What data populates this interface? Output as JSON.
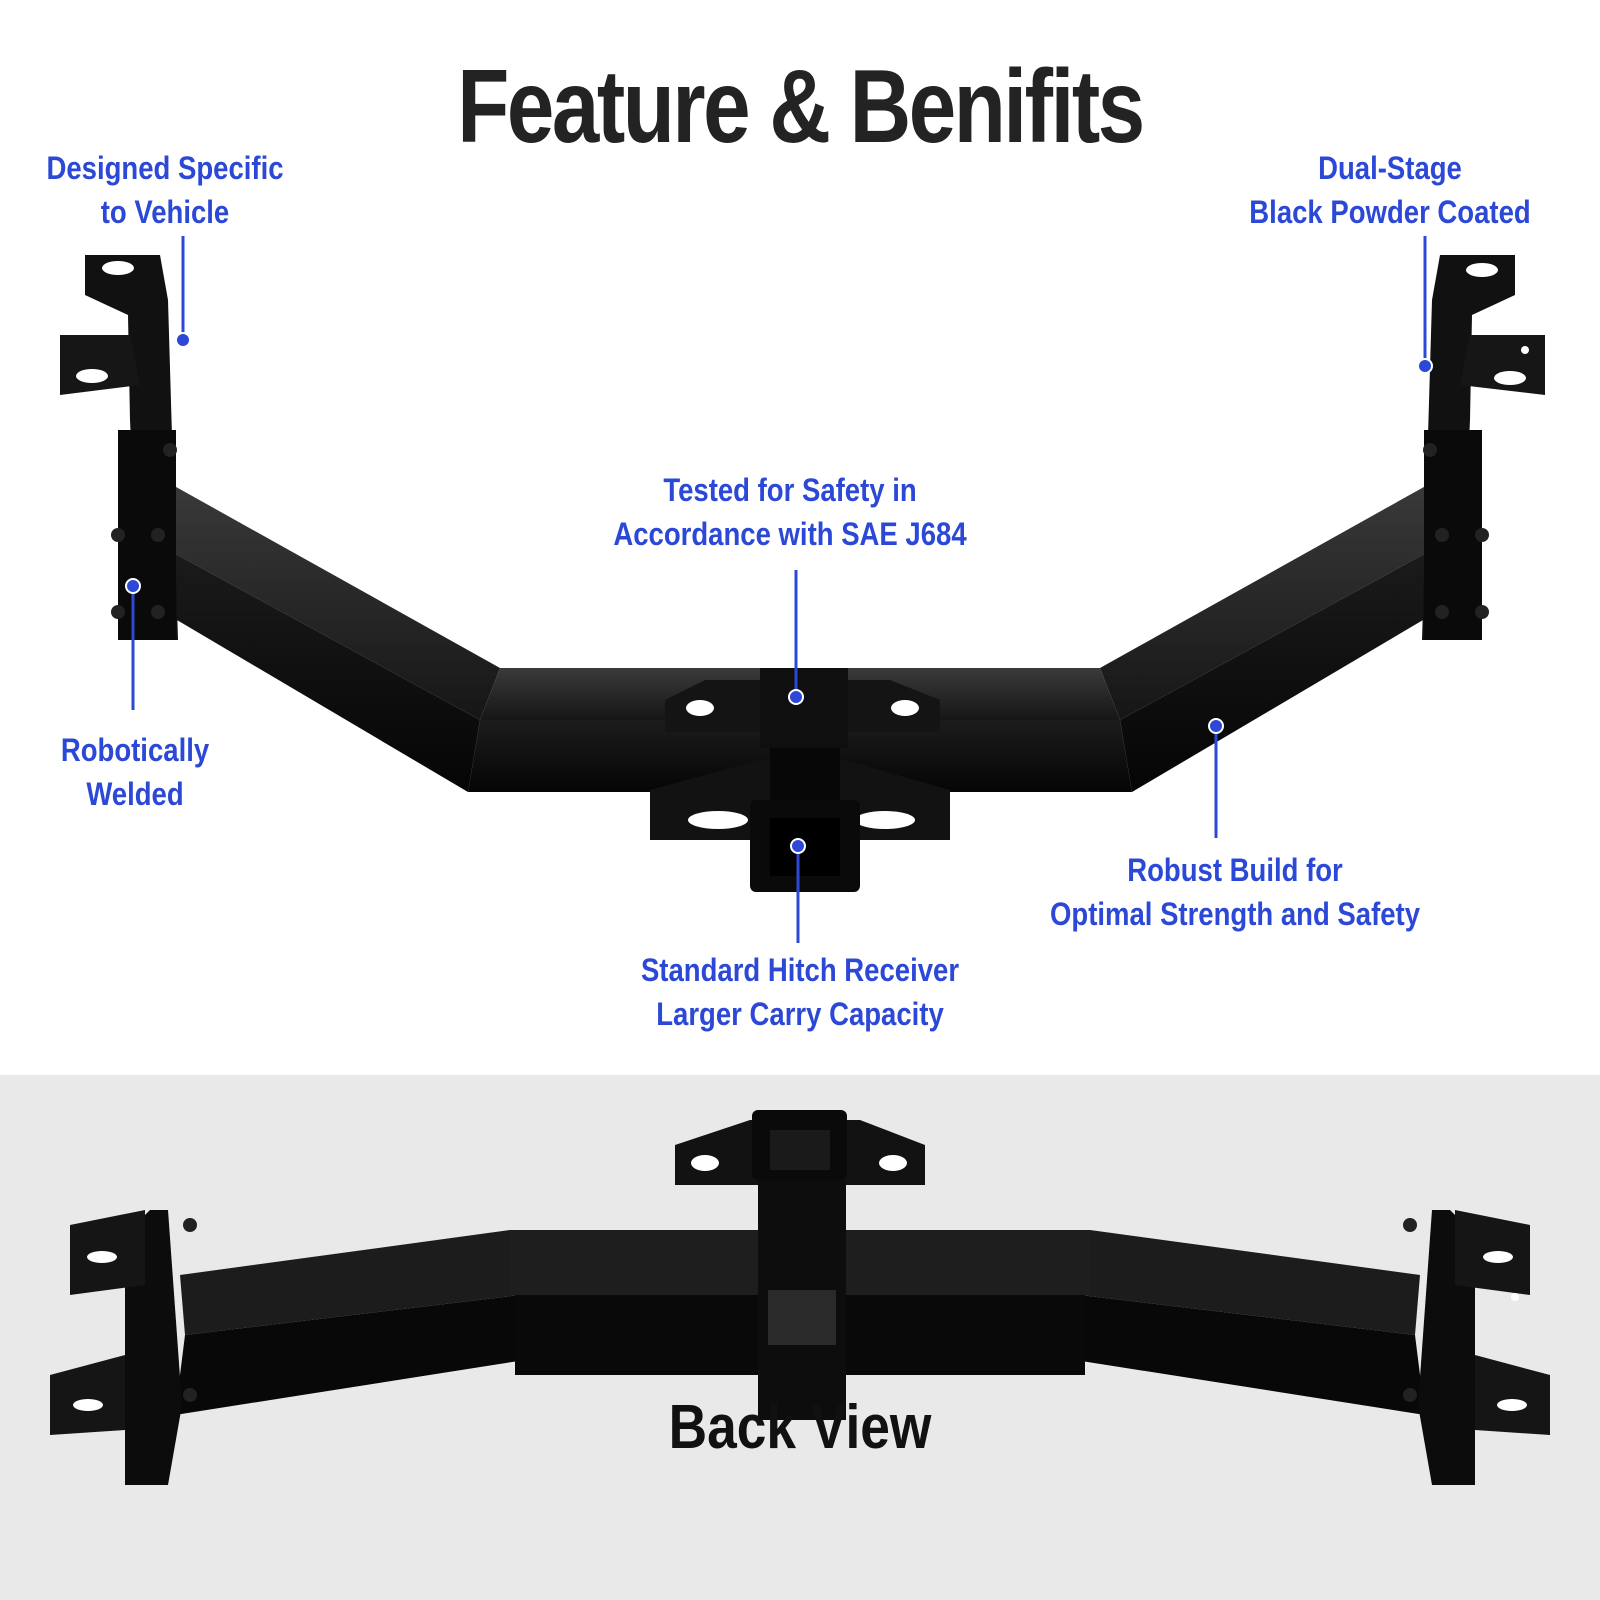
{
  "title": "Feature & Benifits",
  "callouts": {
    "designed": [
      "Designed Specific",
      "to Vehicle"
    ],
    "coated": [
      "Dual-Stage",
      "Black Powder Coated"
    ],
    "tested": [
      "Tested for Safety in",
      "Accordance with SAE J684"
    ],
    "welded": [
      "Robotically",
      "Welded"
    ],
    "robust": [
      "Robust Build for",
      "Optimal Strength and Safety"
    ],
    "receiver": [
      "Standard Hitch Receiver",
      "Larger Carry Capacity"
    ]
  },
  "back_view_label": "Back View",
  "colors": {
    "callout": "#2c48d6",
    "title": "#232323",
    "hitch": "#0c0c0c",
    "bottom_panel": "#e9e9e9"
  }
}
